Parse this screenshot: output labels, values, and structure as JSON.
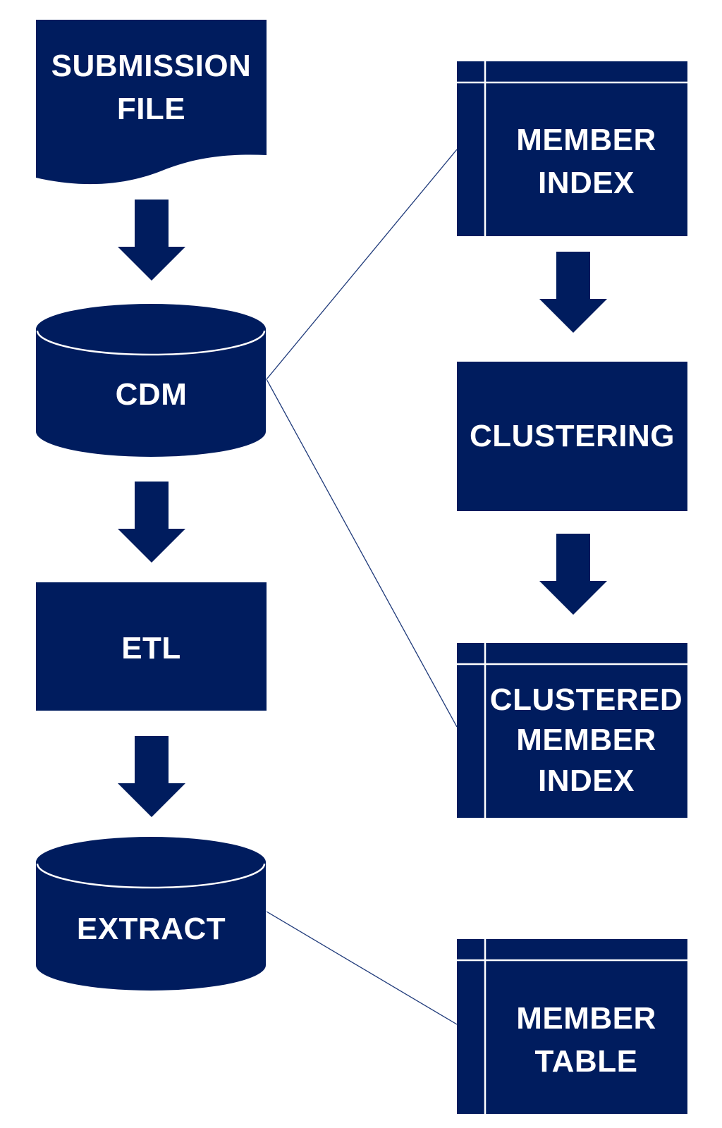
{
  "colors": {
    "node_fill": "#001c5e",
    "node_text": "#ffffff",
    "divider": "#ffffff",
    "connector": "#1f3a7a",
    "background": "#ffffff"
  },
  "nodes": {
    "submission_file": {
      "shape": "document",
      "lines": [
        "SUBMISSION",
        "FILE"
      ]
    },
    "cdm": {
      "shape": "cylinder",
      "lines": [
        "CDM"
      ]
    },
    "etl": {
      "shape": "rectangle",
      "lines": [
        "ETL"
      ]
    },
    "extract": {
      "shape": "cylinder",
      "lines": [
        "EXTRACT"
      ]
    },
    "member_index": {
      "shape": "table",
      "lines": [
        "MEMBER",
        "INDEX"
      ]
    },
    "clustering": {
      "shape": "rectangle",
      "lines": [
        "CLUSTERING"
      ]
    },
    "clustered_member_index": {
      "shape": "table",
      "lines": [
        "CLUSTERED",
        "MEMBER",
        "INDEX"
      ]
    },
    "member_table": {
      "shape": "table",
      "lines": [
        "MEMBER",
        "TABLE"
      ]
    }
  },
  "arrows": [
    {
      "from": "submission_file",
      "to": "cdm"
    },
    {
      "from": "cdm",
      "to": "etl"
    },
    {
      "from": "etl",
      "to": "extract"
    },
    {
      "from": "member_index",
      "to": "clustering"
    },
    {
      "from": "clustering",
      "to": "clustered_member_index"
    }
  ],
  "connectors": [
    {
      "from": "cdm",
      "to": "member_index"
    },
    {
      "from": "cdm",
      "to": "clustered_member_index"
    },
    {
      "from": "extract",
      "to": "member_table"
    }
  ]
}
